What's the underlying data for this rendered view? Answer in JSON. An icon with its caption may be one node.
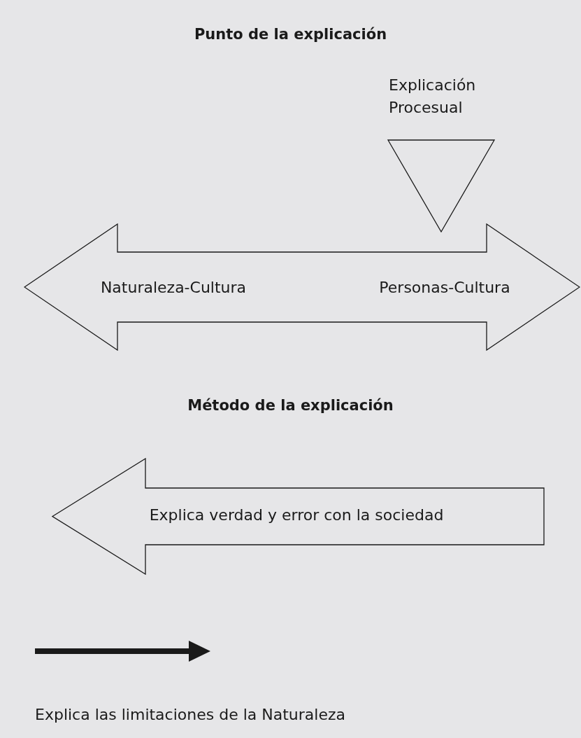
{
  "diagram": {
    "title": "Punto de la explicación",
    "nodes": [
      {
        "text": [
          "Naturaleza-Cultura",
          "Personas-Cultura"
        ]
      },
      {
        "text": [
          "Explicación Procesual"
        ]
      },
      {
        "text": [
          "Explica verdad y error con la sociedad"
        ]
      }
    ],
    "labels": [
      "Método de la explicación"
    ],
    "legend": [
      {
        "text": "Explica las limitaciones de la Naturaleza"
      }
    ]
  }
}
